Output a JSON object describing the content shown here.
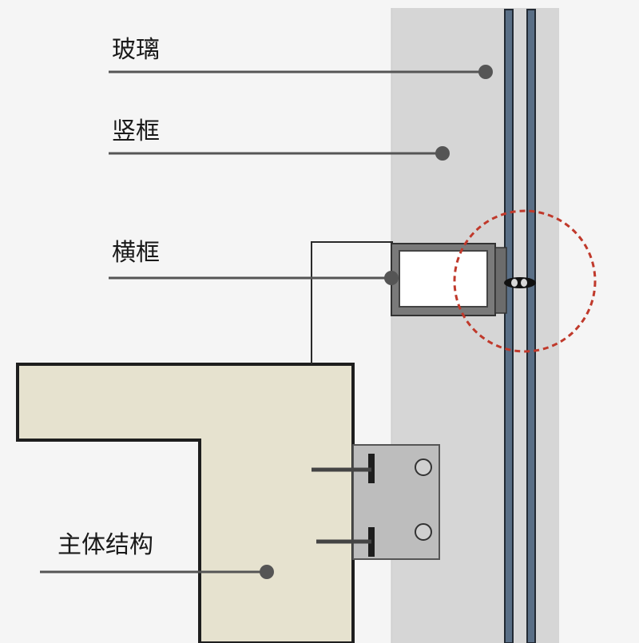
{
  "labels": {
    "glass": "玻璃",
    "mullion": "竖框",
    "transom": "横框",
    "main_structure": "主体结构"
  },
  "colors": {
    "background": "#f5f5f5",
    "mullion_fill": "#d6d6d6",
    "glass_line": "#3a4654",
    "structure_fill": "#e6e2cf",
    "bracket_fill": "#bdbdbd",
    "leader_line": "#555555",
    "highlight_circle": "#c0392b"
  }
}
